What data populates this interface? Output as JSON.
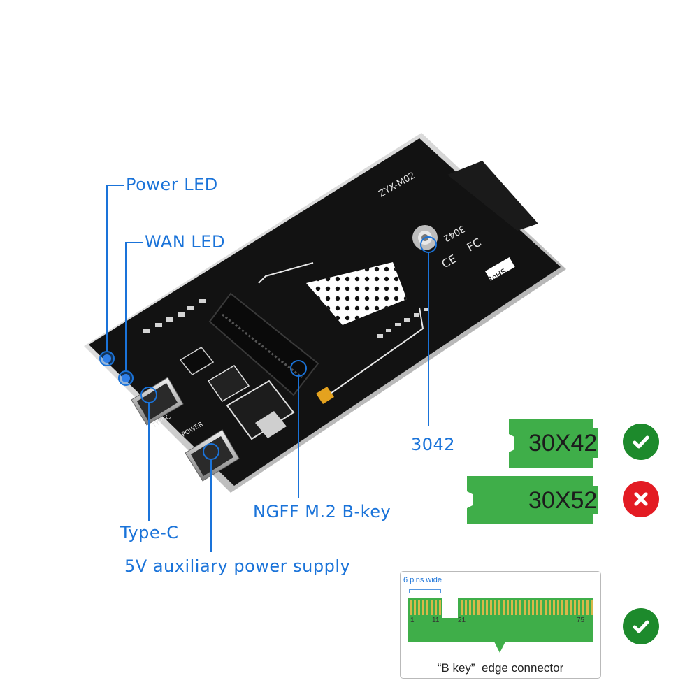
{
  "callouts": {
    "power_led": "Power LED",
    "wan_led": "WAN LED",
    "form_factor": "3042",
    "slot": "NGFF M.2 B-key",
    "type_c": "Type-C",
    "aux_power": "5V auxiliary power supply"
  },
  "board": {
    "model": "ZYX-M02",
    "size_mark": "3042",
    "markings": [
      "CE",
      "FC",
      "RoHS"
    ],
    "port_labels": [
      "TYPEC",
      "POWER"
    ]
  },
  "compatibility": [
    {
      "label": "30X42",
      "status": "supported",
      "icon": "check-icon"
    },
    {
      "label": "30X52",
      "status": "unsupported",
      "icon": "cross-icon"
    }
  ],
  "edge_connector": {
    "caption": "“B key”  edge connector",
    "bracket_label": "6 pins wide",
    "pin_numbers": [
      "1",
      "11",
      "21",
      "75"
    ],
    "status": "supported",
    "icon": "check-icon"
  },
  "colors": {
    "accent_blue": "#1a73d9",
    "card_green": "#3fae49",
    "gold": "#d8b84a",
    "check_green": "#1d8a2c",
    "cross_red": "#e31b23",
    "board_black": "#121212"
  }
}
